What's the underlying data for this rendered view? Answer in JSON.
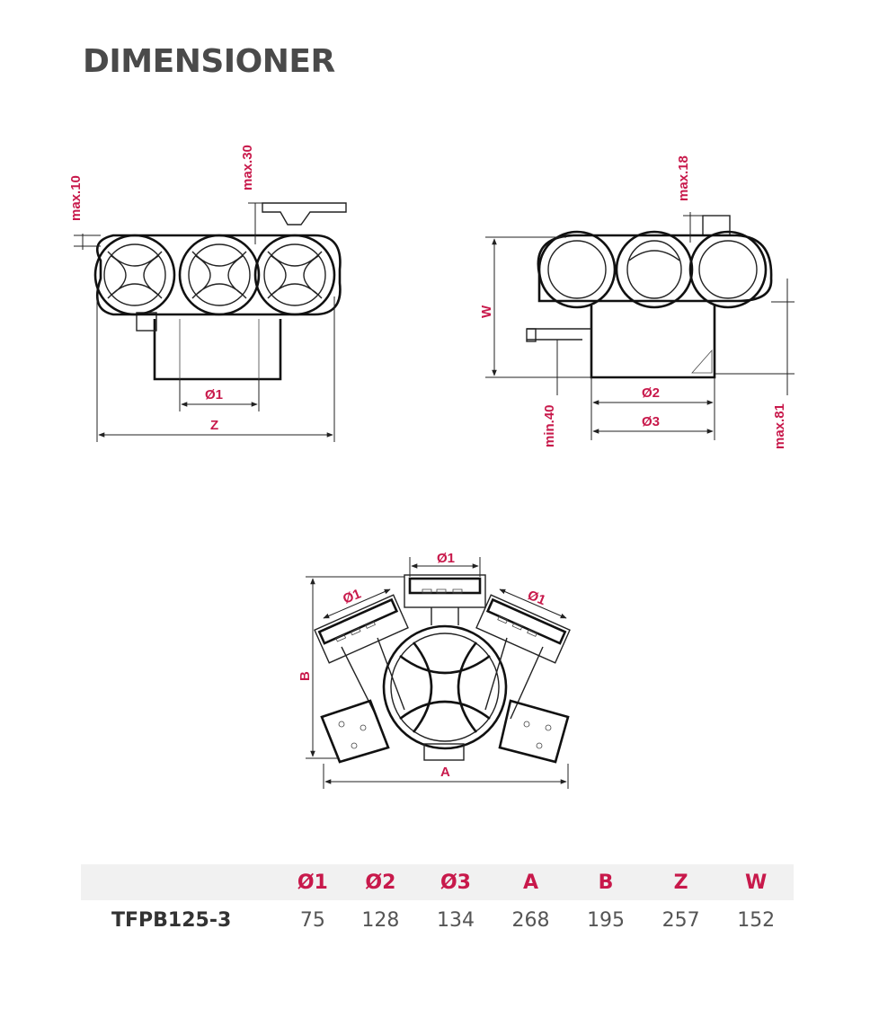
{
  "title": "DIMENSIONER",
  "front_view": {
    "labels": {
      "max10": "max.10",
      "max30": "max.30",
      "d1": "Ø1",
      "z": "Z"
    }
  },
  "side_view": {
    "labels": {
      "max18": "max.18",
      "w": "W",
      "min40": "min.40",
      "d2": "Ø2",
      "d3": "Ø3",
      "max81": "max.81"
    }
  },
  "top_view": {
    "labels": {
      "d1_top": "Ø1",
      "d1_left": "Ø1",
      "d1_right": "Ø1",
      "b": "B",
      "a": "A"
    }
  },
  "table": {
    "headers": [
      "Ø1",
      "Ø2",
      "Ø3",
      "A",
      "B",
      "Z",
      "W"
    ],
    "rows": [
      {
        "model": "TFPB125-3",
        "values": [
          "75",
          "128",
          "134",
          "268",
          "195",
          "257",
          "152"
        ]
      }
    ]
  }
}
